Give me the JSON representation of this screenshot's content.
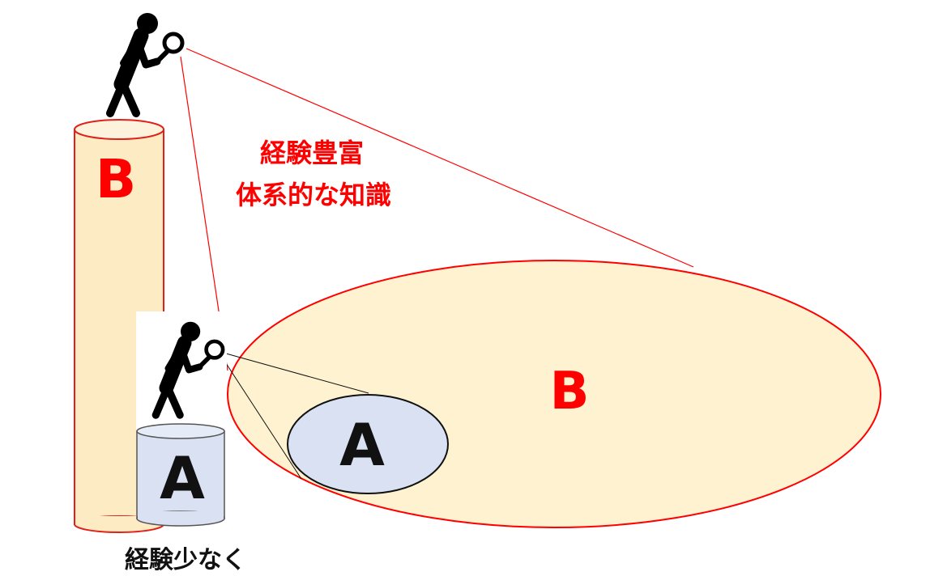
{
  "labels": {
    "tall_cylinder_letter": "B",
    "short_cylinder_letter": "A",
    "big_ellipse_letter": "B",
    "small_ellipse_letter": "A",
    "caption_expert_line1": "経験豊富",
    "caption_expert_line2": "体系的な知識",
    "caption_novice": "経験少なく"
  },
  "icons": {
    "expert_figure": "person-with-magnifier-icon",
    "novice_figure": "person-with-magnifier-icon"
  },
  "colors": {
    "accent_red": "#ff0000",
    "cylinder_b_fill": "#fdebc4",
    "cylinder_a_fill": "#d9e1f2",
    "ellipse_b_fill": "#fef2d0",
    "ellipse_a_fill": "#d9e1f2",
    "text_dark": "#111111"
  }
}
